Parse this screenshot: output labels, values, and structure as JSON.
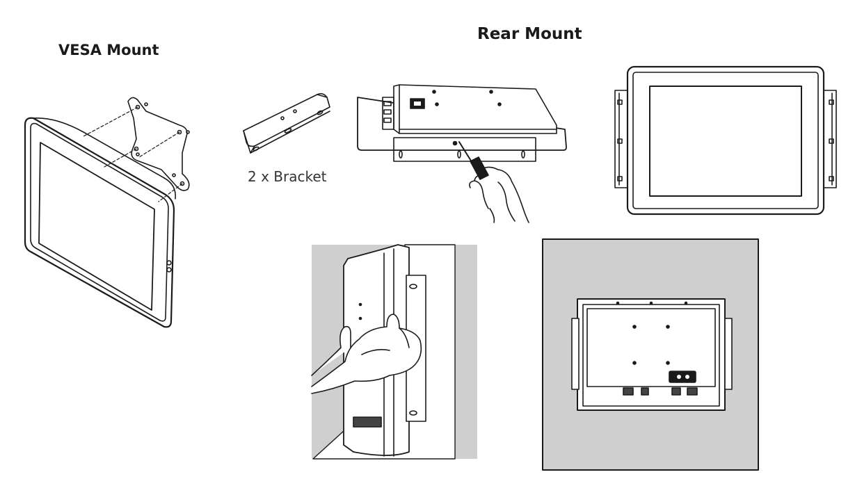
{
  "titles": {
    "vesa": "VESA Mount",
    "rear": "Rear Mount"
  },
  "captions": {
    "bracket": "2 x Bracket"
  },
  "colors": {
    "line": "#1a1a1a",
    "wall_gray": "#cfcfcf",
    "white": "#ffffff"
  }
}
